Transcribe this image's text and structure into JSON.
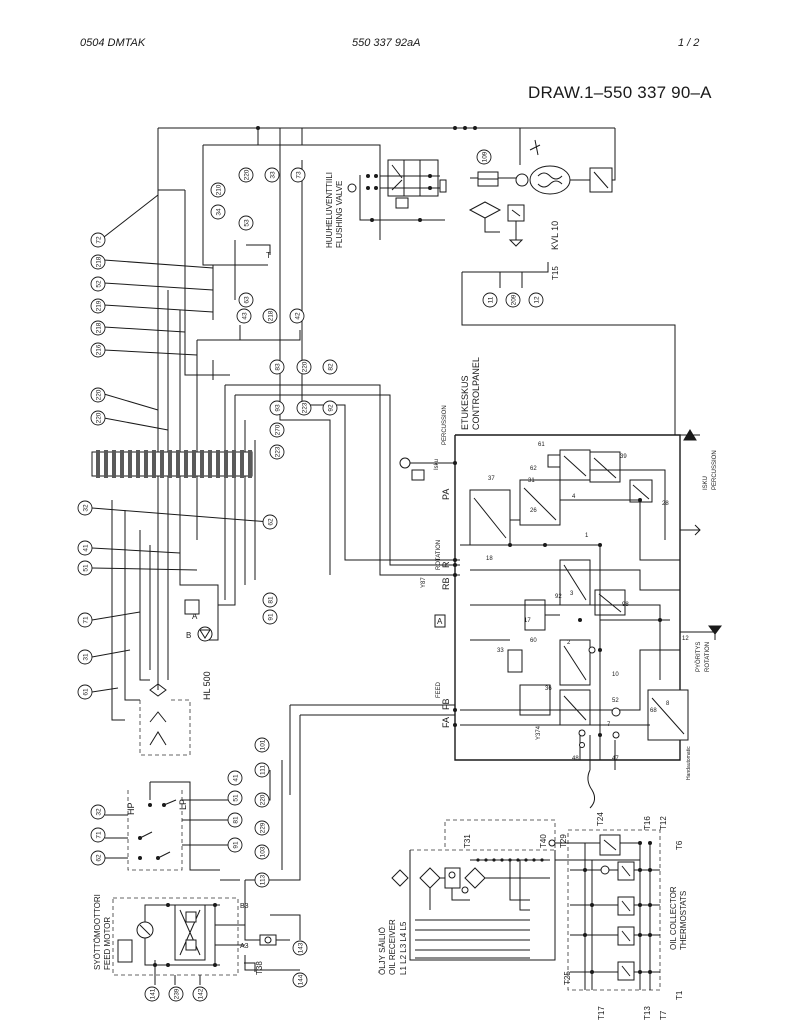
{
  "header": {
    "left": "0504  DMTAK",
    "middle": "550 337 92aA",
    "page": "1 /  2",
    "drawing": "DRAW.1–550 337 90–A"
  },
  "labels": {
    "flushing_fi": "HUUHELUVENTTIILI",
    "flushing_en": "FLUSHING VALVE",
    "kvl": "KVL 10",
    "t15": "T15",
    "t": "T",
    "controlpanel_fi": "ETUKESKUS",
    "controlpanel_en": "CONTROLPANEL",
    "percussion_top": "PERCUSSION",
    "percussion_right": "PERCUSSION",
    "iisku": "Isku",
    "isku_right": "ISKU",
    "rotation_fi": "PYÖRITYS",
    "rotation_en": "ROTATION",
    "rotation_mid": "ROTATION",
    "feed": "FEED",
    "hl500": "HL 500",
    "hp": "HP",
    "lp": "LP",
    "feed_motor_fi": "SYÖTTÖMOOTTORI",
    "feed_motor_en": "FEED MOTOR",
    "oil_receiver_fi": "ÖLJY SÄILIÖ",
    "oil_receiver_en": "OIL RECEIVER",
    "l_ports": "L1 L2 L3 L4 L5",
    "oil_collector": "OIL COLLECTOR",
    "thermostats": "THERMOSTATS",
    "t31": "T31",
    "t40": "T40",
    "t29": "T29",
    "t24": "T24",
    "t25": "T25",
    "t17": "T17",
    "t16": "T16",
    "t12": "T12",
    "t6": "T6",
    "t13": "T13",
    "t7": "T7",
    "t1": "T1",
    "t38": "T38",
    "a3": "A3",
    "b3": "B3",
    "port_a": "A",
    "port_b": "B",
    "pa": "PA",
    "rb": "RB",
    "ra": "R",
    "fa": "FA",
    "fb": "FB",
    "box_a": "A",
    "y87": "Y87",
    "y374": "Y374",
    "hand": "Handautomatic"
  },
  "bubbles": [
    {
      "id": "b72",
      "text": "72"
    },
    {
      "id": "b218a",
      "text": "218"
    },
    {
      "id": "b52",
      "text": "52"
    },
    {
      "id": "b219",
      "text": "219"
    },
    {
      "id": "b218b",
      "text": "218"
    },
    {
      "id": "b216",
      "text": "216"
    },
    {
      "id": "b220a",
      "text": "220"
    },
    {
      "id": "b220b",
      "text": "220"
    },
    {
      "id": "b32",
      "text": "32"
    },
    {
      "id": "b41",
      "text": "41"
    },
    {
      "id": "b51",
      "text": "51"
    },
    {
      "id": "b71",
      "text": "71"
    },
    {
      "id": "b31",
      "text": "31"
    },
    {
      "id": "b61",
      "text": "61"
    },
    {
      "id": "b210",
      "text": "210"
    },
    {
      "id": "b34",
      "text": "34"
    },
    {
      "id": "b53",
      "text": "53"
    },
    {
      "id": "b63",
      "text": "63"
    },
    {
      "id": "b43",
      "text": "43"
    },
    {
      "id": "b218c",
      "text": "218"
    },
    {
      "id": "b42",
      "text": "42"
    },
    {
      "id": "b220c",
      "text": "220"
    },
    {
      "id": "b33",
      "text": "33"
    },
    {
      "id": "b73",
      "text": "73"
    },
    {
      "id": "b109",
      "text": "109"
    },
    {
      "id": "b83",
      "text": "83"
    },
    {
      "id": "b93",
      "text": "93"
    },
    {
      "id": "b220d",
      "text": "220"
    },
    {
      "id": "b223a",
      "text": "223"
    },
    {
      "id": "b82",
      "text": "82"
    },
    {
      "id": "b92",
      "text": "92"
    },
    {
      "id": "b270",
      "text": "270"
    },
    {
      "id": "b223b",
      "text": "223"
    },
    {
      "id": "b62",
      "text": "62"
    },
    {
      "id": "b81",
      "text": "81"
    },
    {
      "id": "b91",
      "text": "91"
    },
    {
      "id": "b11",
      "text": "11"
    },
    {
      "id": "b209",
      "text": "209"
    },
    {
      "id": "b12",
      "text": "12"
    },
    {
      "id": "b101",
      "text": "101"
    },
    {
      "id": "b41b",
      "text": "41"
    },
    {
      "id": "b111",
      "text": "111"
    },
    {
      "id": "b51b",
      "text": "51"
    },
    {
      "id": "b220e",
      "text": "220"
    },
    {
      "id": "b81b",
      "text": "81"
    },
    {
      "id": "b229",
      "text": "229"
    },
    {
      "id": "b91b",
      "text": "91"
    },
    {
      "id": "b103",
      "text": "103"
    },
    {
      "id": "b113",
      "text": "113"
    },
    {
      "id": "b32b",
      "text": "32"
    },
    {
      "id": "b71b",
      "text": "71"
    },
    {
      "id": "b62b",
      "text": "62"
    },
    {
      "id": "b143",
      "text": "143"
    },
    {
      "id": "b144",
      "text": "144"
    },
    {
      "id": "b141",
      "text": "141"
    },
    {
      "id": "b239",
      "text": "239"
    },
    {
      "id": "b142",
      "text": "142"
    }
  ],
  "component_numbers": {
    "n61": "61",
    "n39": "39",
    "n62": "62",
    "n31": "31",
    "n28": "28",
    "n26": "26",
    "n37": "37",
    "n4": "4",
    "n1": "1",
    "n3": "3",
    "n18": "18",
    "n92": "92",
    "n17": "17",
    "n60": "60",
    "n33": "33",
    "n2": "2",
    "n10": "10",
    "n52": "52",
    "n7": "7",
    "n36": "36",
    "n48": "48",
    "n47": "47",
    "n68": "68",
    "n8": "8",
    "n98": "98",
    "n12": "12"
  }
}
